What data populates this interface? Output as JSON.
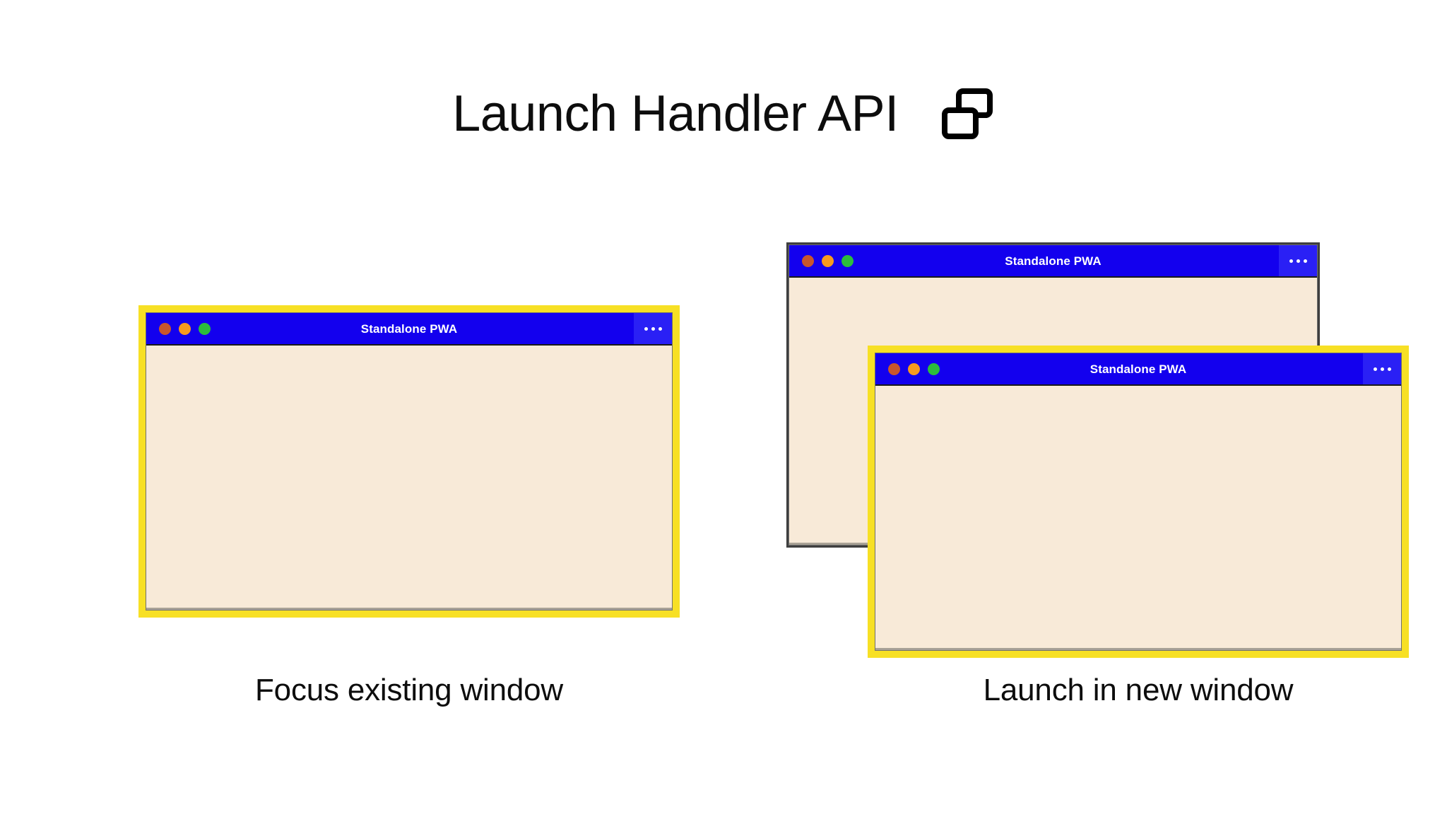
{
  "heading": {
    "title": "Launch Handler API",
    "icon": "two-windows-icon"
  },
  "colors": {
    "page_background": "#ffffff",
    "titlebar_blue": "#1300ee",
    "menu_blue": "#2a20f5",
    "window_body_cream": "#f8ead8",
    "focus_border_yellow": "#f7e025",
    "unfocused_border_gray": "#3f3f3f",
    "dot_red": "#c8562c",
    "dot_yellow": "#f79a1e",
    "dot_green": "#2cbd3c",
    "text_black": "#0d0d0d",
    "title_text_white": "#ffffff"
  },
  "windows": {
    "left": {
      "title": "Standalone PWA",
      "state": "focused",
      "menu_icon": "overflow-menu-icon",
      "traffic_lights": [
        "close-dot",
        "minimize-dot",
        "maximize-dot"
      ]
    },
    "right_back": {
      "title": "Standalone PWA",
      "state": "unfocused",
      "menu_icon": "overflow-menu-icon",
      "traffic_lights": [
        "close-dot",
        "minimize-dot",
        "maximize-dot"
      ]
    },
    "right_front": {
      "title": "Standalone PWA",
      "state": "focused",
      "menu_icon": "overflow-menu-icon",
      "traffic_lights": [
        "close-dot",
        "minimize-dot",
        "maximize-dot"
      ]
    }
  },
  "captions": {
    "left": "Focus existing window",
    "right": "Launch in new window"
  }
}
